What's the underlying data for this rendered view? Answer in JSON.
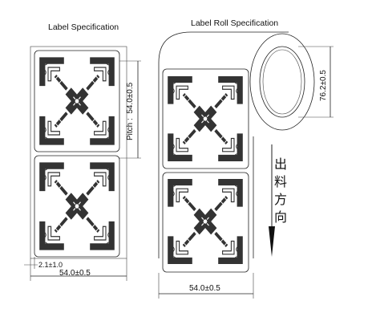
{
  "left_panel": {
    "title": "Label Specification",
    "pitch_label": "Pitch :  54.0±0.5",
    "gap_label": "2.1±1.0",
    "width_label": "54.0±0.5"
  },
  "right_panel": {
    "title": "Label Roll Specification",
    "core_label": "76.2±0.5",
    "width_label": "54.0±0.5",
    "feed_direction_chars": [
      "出",
      "料",
      "方",
      "向"
    ]
  },
  "colors": {
    "ink": "#222222",
    "antenna": "#333333",
    "background": "#ffffff"
  }
}
